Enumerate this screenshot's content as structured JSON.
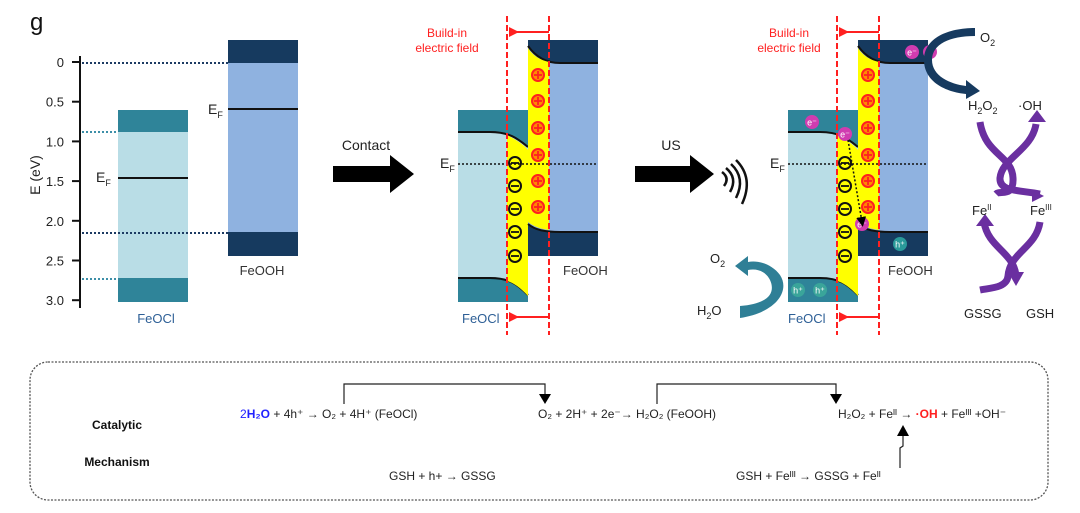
{
  "panel_label": "g",
  "axis": {
    "label": "E (eV)",
    "ticks": [
      "0",
      "0.5",
      "1.0",
      "1.5",
      "2.0",
      "2.5",
      "3.0"
    ]
  },
  "materials": {
    "feocl": {
      "name": "FeOCl",
      "cb_eV": 0.95,
      "vb_eV": 2.75,
      "fermi_eV": 1.52,
      "top_eV": 0.65,
      "bottom_eV": 3.05
    },
    "feooh": {
      "name": "FeOOH",
      "cb_eV": 0.08,
      "vb_eV": 2.2,
      "fermi_eV": 0.65,
      "top_eV": -0.2,
      "bottom_eV": 2.47
    }
  },
  "labels": {
    "fermi": "E",
    "fermi_sub": "F",
    "contact": "Contact",
    "us": "US",
    "field_line1": "Build-in",
    "field_line2": "electric field",
    "minus": "−",
    "plus": "+",
    "electron": "e",
    "hole": "h",
    "o2": "O",
    "h2o_h": "H",
    "h2o_o": "O",
    "h2o2": "H",
    "oh_radical": "·OH",
    "fe": "Fe",
    "fe2_sup": "II",
    "fe3_sup": "III",
    "gssg": "GSSG",
    "gsh": "GSH"
  },
  "mechanism": {
    "title_line1": "Catalytic",
    "title_line2": "Mechanism",
    "eq1": {
      "coef": "2",
      "water": "H₂O",
      "rest": " + 4h⁺ → O₂ + 4H⁺ (FeOCl)"
    },
    "eq2": "O₂ + 2H⁺ + 2e⁻→ H₂O₂ (FeOOH)",
    "eq3": {
      "pre": "H₂O₂ + Feᴵᴵ → ",
      "radical": "·OH",
      "post": " + Feᴵᴵᴵ +OH⁻"
    },
    "eq4": "GSH + h+ → GSSG",
    "eq5": "GSH + Feᴵᴵᴵ → GSSG + Feᴵᴵ"
  },
  "colors": {
    "feocl_band": "#2f8499",
    "feocl_gap": "#b9dde6",
    "feooh_band": "#163a5f",
    "feooh_gap": "#8fb2e0",
    "depletion": "#ffff00",
    "field": "#ff2020",
    "cycle": "#6a2fa0",
    "mech_blue": "#2222ff",
    "mech_red": "#ff2020"
  }
}
